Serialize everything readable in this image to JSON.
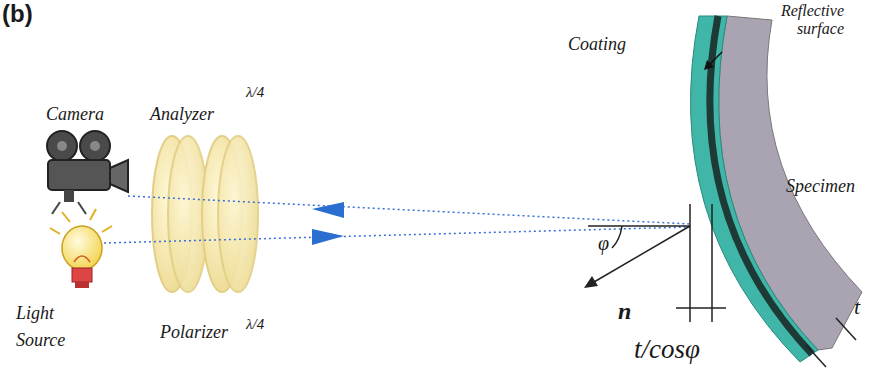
{
  "diagram": {
    "labels": [
      "(b)",
      "Camera",
      "Analyzer",
      "λ/4",
      "Light Source",
      "Polarizer",
      "λ/4",
      "Coating",
      "Reflective surface",
      "Specimen",
      "φ",
      "n",
      "t/cosφ",
      "t"
    ]
  }
}
